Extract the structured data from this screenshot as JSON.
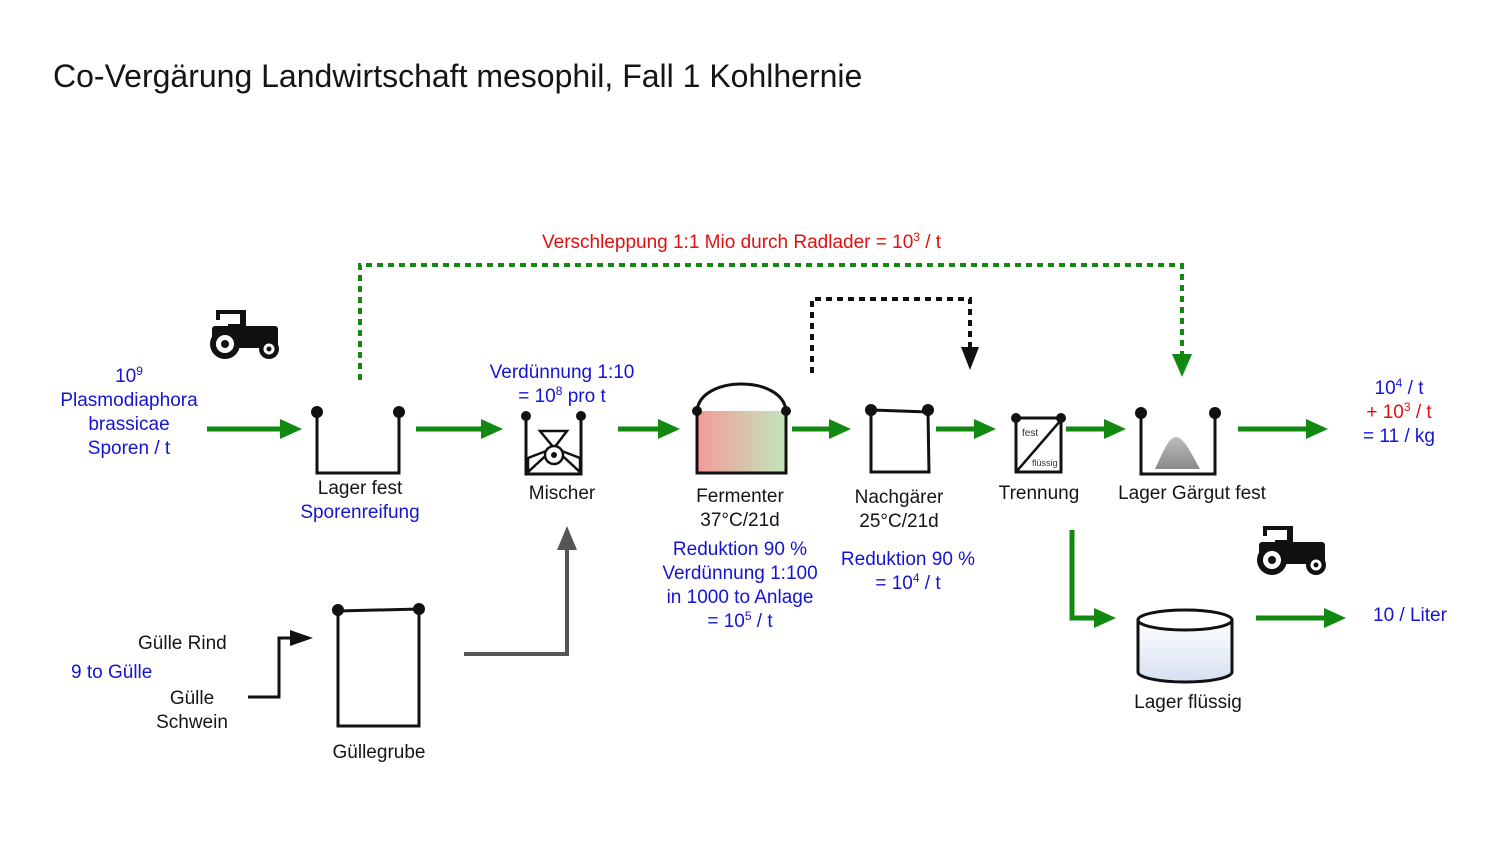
{
  "title": "Co-Vergärung Landwirtschaft mesophil, Fall 1 Kohlhernie",
  "colors": {
    "flow_green": "#128a12",
    "text_blue": "#1414d2",
    "text_red": "#e01010",
    "gray_arrow": "#555555"
  },
  "icons": [
    "tractor-icon",
    "storage-open-box-icon",
    "mixer-icon",
    "fermenter-dome-icon",
    "post-fermenter-box-icon",
    "separator-icon",
    "solid-digestate-heap-icon",
    "liquid-storage-tank-icon",
    "slurry-pit-icon"
  ],
  "input": {
    "exp_base": "10",
    "exp": "9",
    "line2": "Plasmodiaphora",
    "line3": "brassicae",
    "line4": "Sporen / t"
  },
  "carryover": {
    "pre": "Verschleppung 1:1 Mio durch Radlader = 10",
    "exp": "3",
    "post": " / t"
  },
  "lager_fest": {
    "label": "Lager fest",
    "sub": "Sporenreifung"
  },
  "mischer": {
    "label": "Mischer",
    "dilution": "Verdünnung 1:10",
    "res_pre": "= 10",
    "res_exp": "8",
    "res_post": " pro t"
  },
  "fermenter": {
    "label": "Fermenter",
    "temp": "37°C/21d",
    "red": "Reduktion 90 %",
    "dil": "Verdünnung 1:100",
    "plant": "in 1000 to Anlage",
    "res_pre": "= 10",
    "res_exp": "5",
    "res_post": " / t"
  },
  "nachgaerer": {
    "label": "Nachgärer",
    "temp": "25°C/21d",
    "red": "Reduktion 90 %",
    "res_pre": "= 10",
    "res_exp": "4",
    "res_post": " / t"
  },
  "trennung": {
    "label": "Trennung",
    "fest": "fest",
    "fluessig": "flüssig"
  },
  "lager_gaergut": {
    "label": "Lager Gärgut fest"
  },
  "output_solid": {
    "l1_base": "10",
    "l1_exp": "4",
    "l1_post": " / t",
    "l2_pre": "+ 10",
    "l2_exp": "3",
    "l2_post": " / t",
    "l3": "= 11 / kg"
  },
  "lager_fluessig": {
    "label": "Lager flüssig"
  },
  "output_liquid": "10 / Liter",
  "guelle": {
    "rind": "Gülle Rind",
    "amount": "9 to Gülle",
    "schwein1": "Gülle",
    "schwein2": "Schwein",
    "pit": "Güllegrube"
  }
}
